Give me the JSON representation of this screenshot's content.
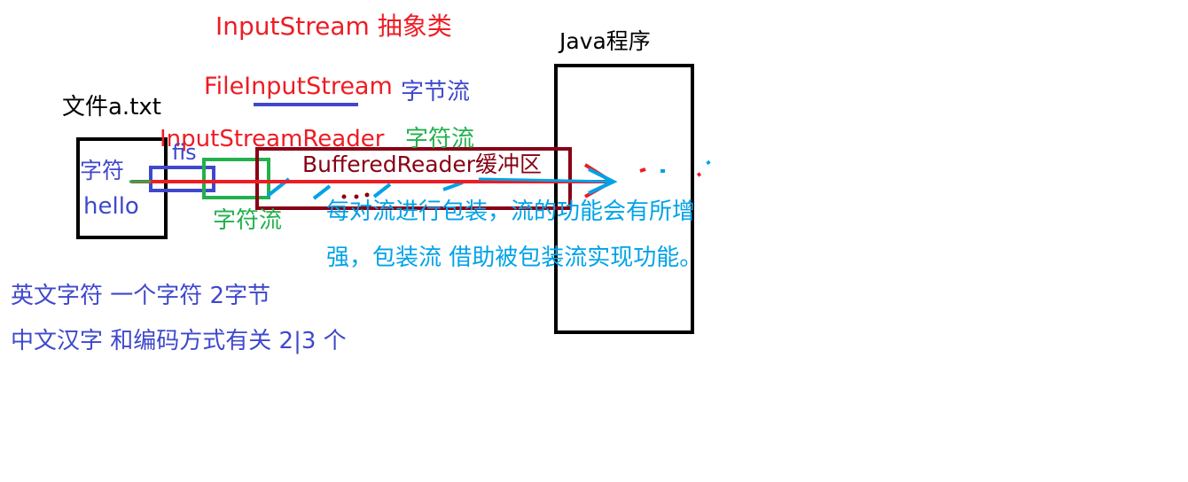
{
  "labels": {
    "inputstream_abstract": "InputStream 抽象类",
    "java_program": "Java程序",
    "fileinputstream": "FileInputStream",
    "byte_stream": "字节流",
    "file_name": "文件a.txt",
    "inputstreamreader": "InputStreamReader",
    "char_stream_top": "字符流",
    "fis": "fis",
    "file_content_char": "字符",
    "file_content_hello": "hello",
    "bufferedreader": "BufferedReader缓冲区",
    "char_stream_bottom": "字符流",
    "wrap_note_line1": "每对流进行包装，流的功能会有所增",
    "wrap_note_line2": "强，包装流 借助被包装流实现功能。",
    "note_english": "英文字符  一个字符 2字节",
    "note_chinese": "中文汉字  和编码方式有关  2|3 个"
  },
  "colors": {
    "red": "#ee1c24",
    "blue": "#3f48cc",
    "green": "#22b14c",
    "maroon": "#880015",
    "cyan": "#00a2e8",
    "black": "#000000"
  }
}
